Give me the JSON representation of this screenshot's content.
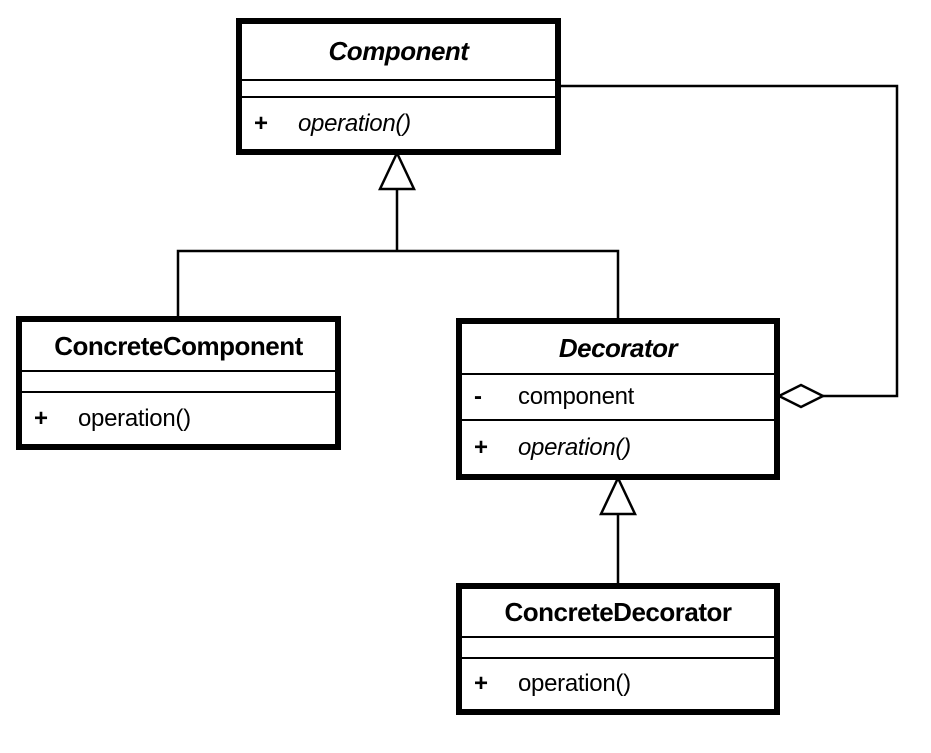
{
  "colors": {
    "line": "#000000",
    "box_fill": "#ffffff",
    "background": "#ffffff"
  },
  "classes": {
    "component": {
      "name": "Component",
      "abstract": true,
      "operation": {
        "visibility": "+",
        "signature": "operation()",
        "abstract": true
      }
    },
    "concreteComponent": {
      "name": "ConcreteComponent",
      "abstract": false,
      "operation": {
        "visibility": "+",
        "signature": "operation()",
        "abstract": false
      }
    },
    "decorator": {
      "name": "Decorator",
      "abstract": true,
      "attribute": {
        "visibility": "-",
        "name": "component"
      },
      "operation": {
        "visibility": "+",
        "signature": "operation()",
        "abstract": true
      }
    },
    "concreteDecorator": {
      "name": "ConcreteDecorator",
      "abstract": false,
      "operation": {
        "visibility": "+",
        "signature": "operation()",
        "abstract": false
      }
    }
  },
  "relations": [
    {
      "type": "generalization",
      "from": "ConcreteComponent",
      "to": "Component"
    },
    {
      "type": "generalization",
      "from": "Decorator",
      "to": "Component"
    },
    {
      "type": "generalization",
      "from": "ConcreteDecorator",
      "to": "Decorator"
    },
    {
      "type": "aggregation",
      "owner": "Decorator",
      "part": "Component",
      "via_attribute": "component"
    }
  ]
}
